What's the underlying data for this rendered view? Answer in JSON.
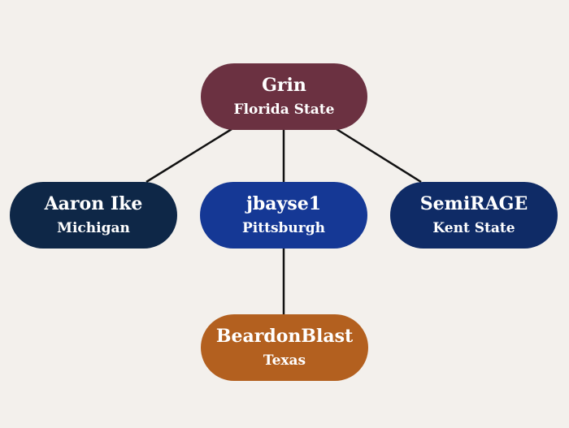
{
  "nodes": {
    "grin": {
      "name": "Grin",
      "school": "Florida State",
      "color": "#6b3141"
    },
    "aaron": {
      "name": "Aaron Ike",
      "school": "Michigan",
      "color": "#0e2747"
    },
    "jbayse": {
      "name": "jbayse1",
      "school": "Pittsburgh",
      "color": "#153895"
    },
    "semi": {
      "name": "SemiRAGE",
      "school": "Kent State",
      "color": "#0f2b66"
    },
    "beardon": {
      "name": "BeardonBlast",
      "school": "Texas",
      "color": "#b3601f"
    }
  },
  "edges": [
    {
      "from": "grin",
      "to": "aaron"
    },
    {
      "from": "grin",
      "to": "jbayse"
    },
    {
      "from": "grin",
      "to": "semi"
    },
    {
      "from": "jbayse",
      "to": "beardon"
    }
  ]
}
